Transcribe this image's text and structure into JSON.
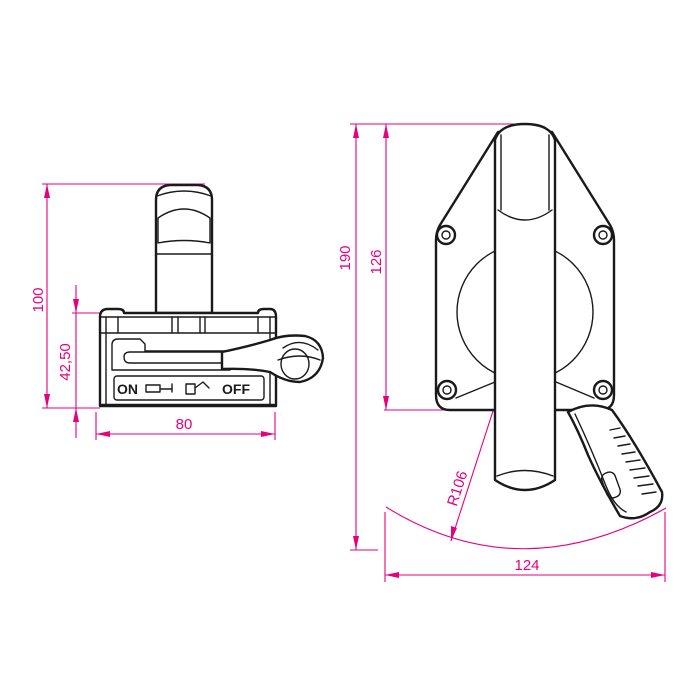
{
  "drawing": {
    "dimension_color": "#e6007e",
    "line_color": "#1a1a1a",
    "front_view": {
      "dimensions": {
        "overall_height": "100",
        "base_height": "42,50",
        "width": "80"
      },
      "switch_label": {
        "on": "ON",
        "off": "OFF"
      }
    },
    "side_view": {
      "dimensions": {
        "overall_height": "190",
        "plate_height": "126",
        "radius": "R106",
        "swing_width": "124"
      }
    }
  }
}
